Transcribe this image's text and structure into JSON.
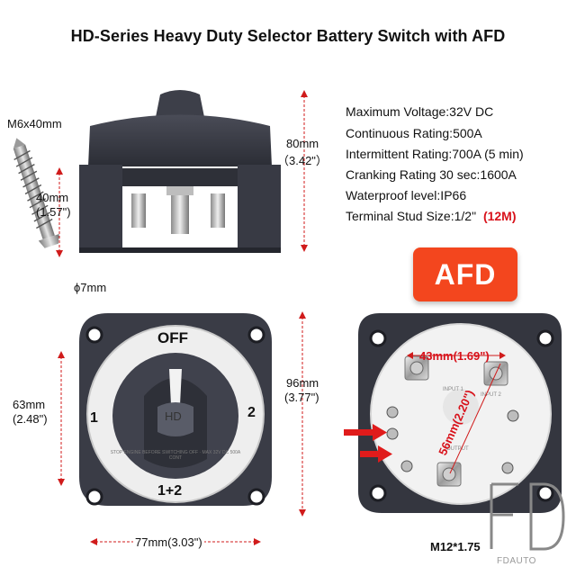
{
  "title": "HD-Series Heavy Duty Selector Battery Switch with AFD",
  "specs": [
    {
      "text": "Maximum Voltage:32V DC"
    },
    {
      "text": "Continuous Rating:500A"
    },
    {
      "text": "Intermittent Rating:700A (5 min)"
    },
    {
      "text": "Cranking Rating 30 sec:1600A"
    },
    {
      "text": "Waterproof level:IP66"
    },
    {
      "text": "Terminal Stud Size:1/2\"",
      "highlight": "(12M)"
    }
  ],
  "screw": {
    "label": "M6x40mm",
    "length_mm": "40mm",
    "length_in": "(1.57\")"
  },
  "side_view": {
    "height_mm": "80mm",
    "height_in": "（3.42\"）"
  },
  "badge": {
    "text": "AFD"
  },
  "front_view": {
    "hole": "ϕ7mm",
    "hole_spacing_mm": "63mm",
    "hole_spacing_in": "(2.48\")",
    "height_mm": "96mm",
    "height_in": "(3.77\")",
    "width": "77mm(3.03\")",
    "positions": {
      "off": "OFF",
      "one": "1",
      "two": "2",
      "both": "1+2",
      "knob": "HD"
    },
    "ring_text": "STOP ENGINE BEFORE SWITCHING OFF · MAX 32V DC 500A CONT"
  },
  "back_view": {
    "stud_spacing": "43mm(1.69\")",
    "diag_spacing": "56mm(2.20\")",
    "stud_size": "M12*1.75",
    "terminal_labels": [
      "INPUT 1",
      "INPUT 2",
      "OUTPUT"
    ]
  },
  "logo": {
    "letters": "FD",
    "text": "FDAUTO"
  }
}
